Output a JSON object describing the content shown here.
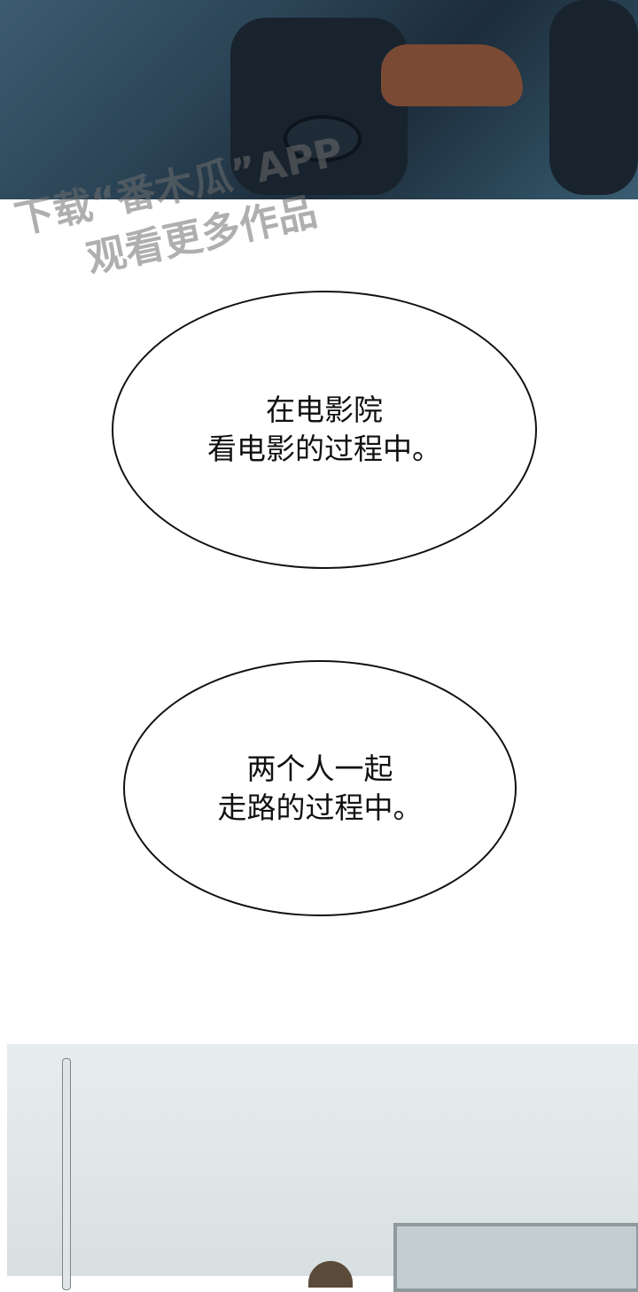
{
  "watermark": {
    "line1": "下载“番木瓜”APP",
    "line2": "观看更多作品"
  },
  "bubbles": [
    {
      "text": "在电影院\n看电影的过程中。"
    },
    {
      "text": "两个人一起\n走路的过程中。"
    }
  ]
}
